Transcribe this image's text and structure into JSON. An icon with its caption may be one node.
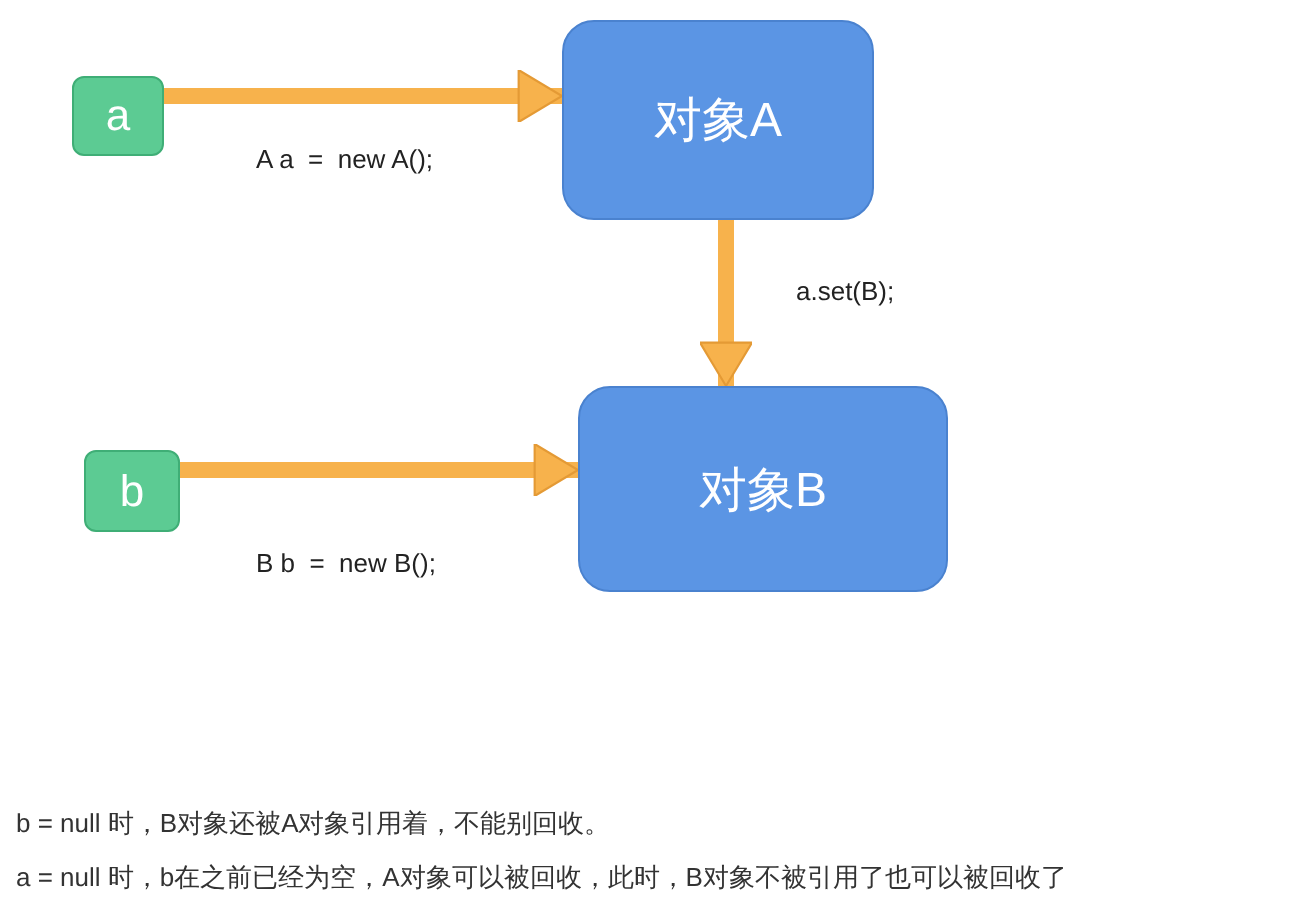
{
  "diagram": {
    "nodes": [
      {
        "text": [
          "a"
        ]
      },
      {
        "text": [
          "对象A"
        ]
      },
      {
        "text": [
          "b"
        ]
      },
      {
        "text": [
          "对象B"
        ]
      }
    ],
    "edges": [
      {
        "from": 0,
        "to": 1,
        "arrow": "to",
        "label": "A a  =  new A();"
      },
      {
        "from": 1,
        "to": 3,
        "arrow": "to",
        "label": "a.set(B);"
      },
      {
        "from": 2,
        "to": 3,
        "arrow": "to",
        "label": "B b  =  new B();"
      }
    ],
    "labels": [
      "b = null 时，B对象还被A对象引用着，不能别回收。",
      "a  = null 时，b在之前已经为空，A对象可以被回收，此时，B对象不被引用了也可以被回收了"
    ]
  }
}
